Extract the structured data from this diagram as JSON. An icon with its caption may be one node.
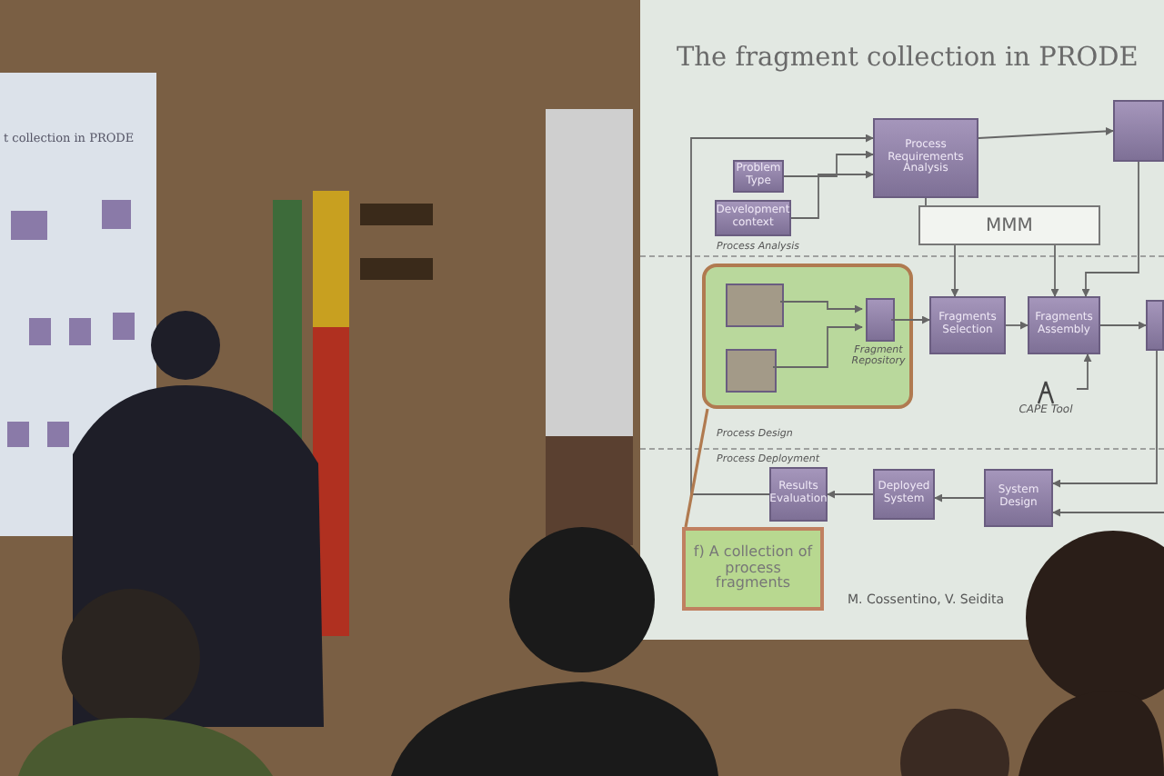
{
  "diagram": {
    "title": "The fragment collection in PRODE",
    "nodes": [
      {
        "text": [
          "Process Requirements Analysis"
        ]
      },
      {
        "text": [],
        "shape": "box"
      },
      {
        "text": [
          "Problem Type"
        ]
      },
      {
        "text": [
          "Development context"
        ]
      },
      {
        "text": [
          "MMM"
        ]
      },
      {
        "text": [],
        "shape": "box"
      },
      {
        "text": [],
        "shape": "box",
        "in": 5
      },
      {
        "text": [],
        "shape": "box",
        "in": 5
      },
      {
        "text": [],
        "shape": "box",
        "in": 5,
        "beside": [
          "Fragment Repository"
        ]
      },
      {
        "text": [
          "Fragments Selection"
        ]
      },
      {
        "text": [
          "Fragments Assembly"
        ]
      },
      {
        "text": [],
        "shape": "box"
      },
      {
        "text": [
          "CAPE Tool"
        ]
      },
      {
        "text": [
          "Results Evaluation"
        ]
      },
      {
        "text": [
          "Deployed System"
        ]
      },
      {
        "text": [
          "System Design"
        ]
      },
      {
        "text": [
          "f) A collection of process fragments"
        ]
      }
    ],
    "edges": [
      {
        "from": 2,
        "to": 0,
        "arrow": "to"
      },
      {
        "from": 3,
        "to": 0,
        "arrow": "to"
      },
      {
        "from": 13,
        "to": 0,
        "arrow": "to"
      },
      {
        "from": 0,
        "to": 1,
        "arrow": "to"
      },
      {
        "from": 0,
        "to": 4,
        "arrow": "none"
      },
      {
        "from": 4,
        "to": 9,
        "arrow": "to"
      },
      {
        "from": 4,
        "to": 10,
        "arrow": "to"
      },
      {
        "from": 1,
        "to": 10,
        "arrow": "to"
      },
      {
        "from": 6,
        "to": 8,
        "arrow": "to"
      },
      {
        "from": 7,
        "to": 8,
        "arrow": "to"
      },
      {
        "from": 8,
        "to": 9,
        "arrow": "to"
      },
      {
        "from": 9,
        "to": 10,
        "arrow": "to"
      },
      {
        "from": 10,
        "to": 11,
        "arrow": "to"
      },
      {
        "from": 12,
        "to": 10,
        "arrow": "to"
      },
      {
        "from": 11,
        "to": 15,
        "arrow": "to"
      },
      {
        "from": null,
        "to": 15,
        "arrow": "to"
      },
      {
        "from": 15,
        "to": 14,
        "arrow": "to"
      },
      {
        "from": 14,
        "to": 13,
        "arrow": "to"
      },
      {
        "from": 5,
        "to": 16,
        "arrow": "none",
        "color": "#b07a50"
      }
    ],
    "labels": [
      "Process Analysis",
      "Process Design",
      "Process Deployment",
      "M. Cossentino, V. Seidita",
      "t collection in PRODE"
    ]
  }
}
